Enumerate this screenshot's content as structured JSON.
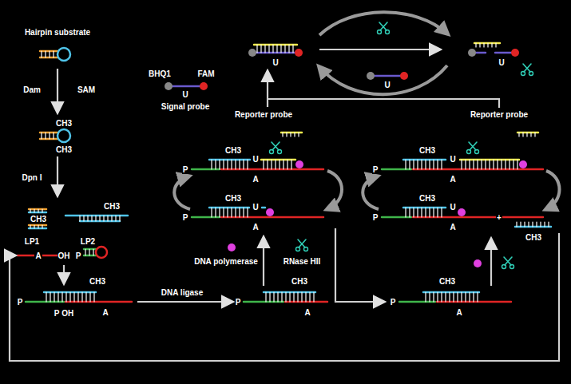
{
  "diagram": {
    "labels": [
      "Hairpin substrate",
      "Dam",
      "SAM",
      "CH3",
      "CH3",
      "Dpn I",
      "CH3",
      "CH3",
      "LP1",
      "A",
      "OH",
      "LP2",
      "P",
      "P",
      "CH3",
      "A",
      "P OH",
      "DNA ligase",
      "BHQ1",
      "FAM",
      "U",
      "Signal probe",
      "U",
      "U",
      "U",
      "Reporter probe",
      "Reporter probe",
      "P",
      "CH3",
      "U",
      "A",
      "P",
      "CH3",
      "U",
      "A",
      "P",
      "CH3",
      "U",
      "A",
      "P",
      "CH3",
      "U",
      "A",
      "+",
      "CH3",
      "DNA polymerase",
      "RNase HII",
      "P",
      "CH3",
      "A",
      "P",
      "CH3",
      "A"
    ]
  }
}
